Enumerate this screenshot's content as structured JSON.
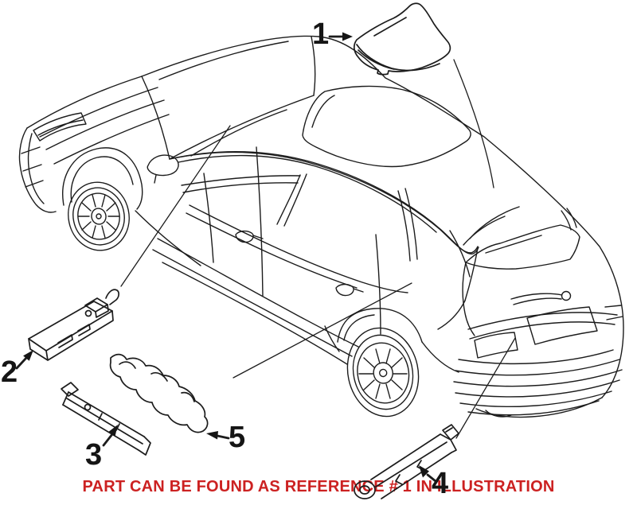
{
  "illustration": {
    "background_color": "#ffffff",
    "line_color": "#1c1c1c",
    "subject": "station wagon three-quarter front-left view with antenna components",
    "callouts": [
      {
        "ref": "1",
        "part": "roof-fin-antenna"
      },
      {
        "ref": "2",
        "part": "antenna-amplifier-module-upper-left"
      },
      {
        "ref": "3",
        "part": "antenna-amplifier-module-lower-left"
      },
      {
        "ref": "4",
        "part": "antenna-amplifier-module-right"
      },
      {
        "ref": "5",
        "part": "antenna-mounting-bracket"
      }
    ],
    "caption": {
      "text": "PART CAN BE FOUND AS REFERENCE # 1 IN ILLUSTRATION",
      "color": "#cc2121"
    }
  }
}
